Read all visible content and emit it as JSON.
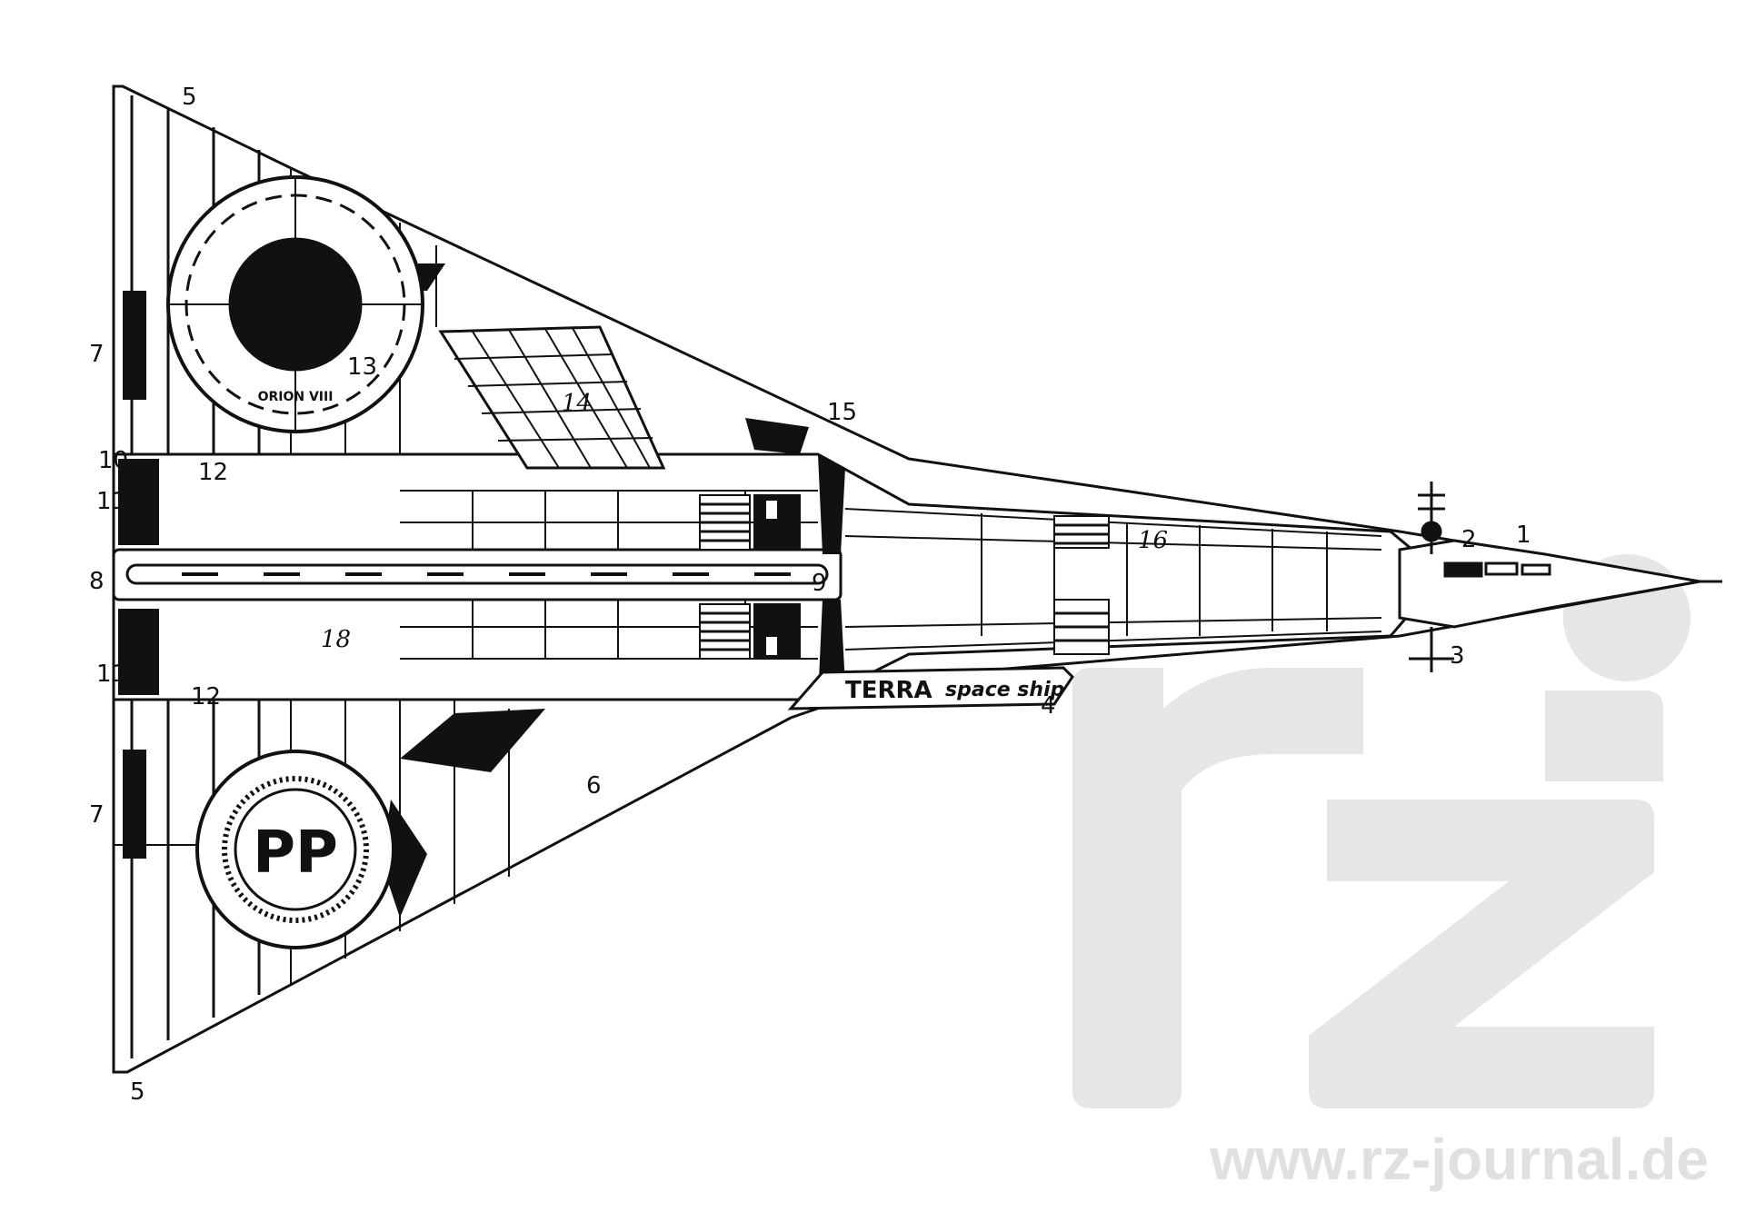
{
  "callouts": [
    "1",
    "2",
    "3",
    "4",
    "5",
    "5",
    "6",
    "7",
    "7",
    "8",
    "9",
    "10",
    "11",
    "11",
    "12",
    "12",
    "13",
    "14",
    "15",
    "16",
    "18"
  ],
  "hull_markings": {
    "orion": "ORION VIII",
    "terra": "TERRA",
    "space_ship": "space ship",
    "emblem": "PP"
  },
  "watermark": {
    "url": "www.rz-journal.de",
    "color": "#e6e6e6"
  },
  "colors": {
    "ink": "#111111",
    "paper": "#ffffff"
  }
}
